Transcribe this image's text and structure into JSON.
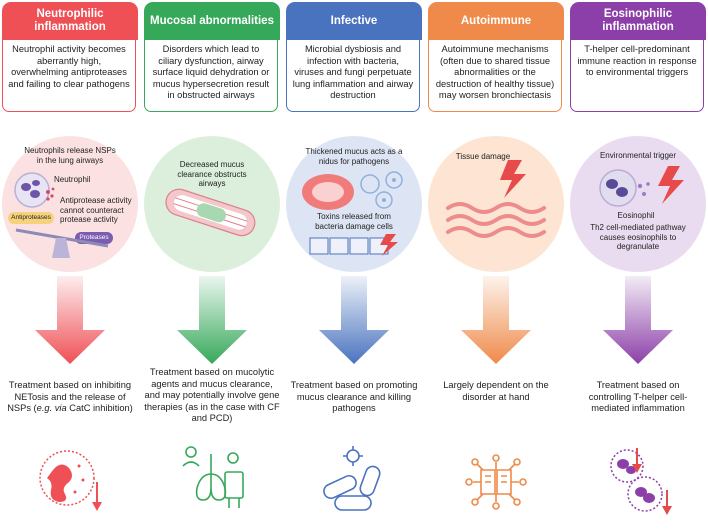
{
  "columns": [
    {
      "title": "Neutrophilic inflammation",
      "color": "#ee5055",
      "light": "#fbe1e1",
      "description": "Neutrophil activity becomes aberrantly high, overwhelming antiproteases and failing to clear pathogens",
      "captions": {
        "top": "Neutrophils release NSPs in the lung airways",
        "neutrophil": "Neutrophil",
        "activity": "Antiprotease activity cannot counteract protease activity",
        "antiproteases": "Antiproteases",
        "proteases": "Proteases"
      },
      "treatment_before": "Treatment based on inhibiting NETosis and the release of NSPs (",
      "treatment_em": "e.g. via",
      "treatment_after": " CatC inhibition)",
      "icon": "neutrophil-icon"
    },
    {
      "title": "Mucosal abnormalities",
      "color": "#36a85a",
      "light": "#dcefdd",
      "description": "Disorders which lead to ciliary dysfunction, airway surface liquid dehydration or mucus hypersecretion result in obstructed airways",
      "captions": {
        "top": "Decreased mucus clearance obstructs airways"
      },
      "treatment": "Treatment based on mucolytic agents and mucus clearance, and may potentially involve gene therapies (as in the case with CF and PCD)",
      "icon": "lungs-therapy-icon"
    },
    {
      "title": "Infective",
      "color": "#4a73bf",
      "light": "#dde5f4",
      "description": "Microbial dysbiosis and infection with bacteria, viruses and fungi perpetuate lung inflammation and airway destruction",
      "captions": {
        "top": "Thickened mucus acts as a nidus for pathogens",
        "bottom": "Toxins released from bacteria damage cells"
      },
      "treatment": "Treatment based on promoting mucus clearance and killing pathogens",
      "icon": "pills-microbes-icon"
    },
    {
      "title": "Autoimmune",
      "color": "#ef8a4a",
      "light": "#fde4d3",
      "description": "Autoimmune mechanisms (often due to shared tissue abnormalities or the destruction of healthy tissue) may worsen bronchiectasis",
      "captions": {
        "top": "Tissue damage"
      },
      "treatment": "Largely dependent on the disorder at hand",
      "icon": "book-network-icon"
    },
    {
      "title": "Eosinophilic inflammation",
      "color": "#8c3fa8",
      "light": "#eadcf0",
      "description": "T-helper cell-predominant immune reaction in response to environmental triggers",
      "captions": {
        "top": "Environmental trigger",
        "eosinophil": "Eosinophil",
        "bottom": "Th2 cell-mediated pathway causes eosinophils to degranulate"
      },
      "treatment": "Treatment based on controlling T-helper cell-mediated inflammation",
      "icon": "eosinophil-icon"
    }
  ]
}
